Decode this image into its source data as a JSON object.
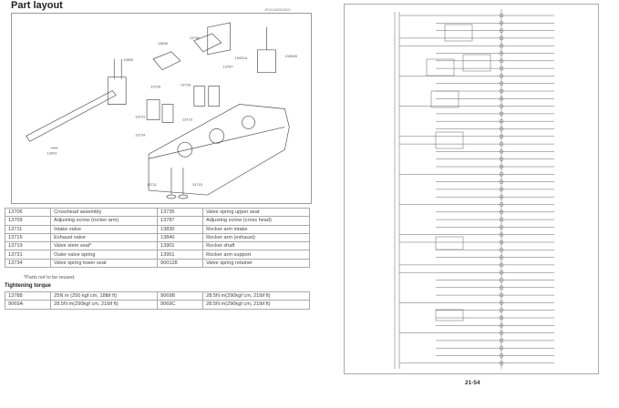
{
  "left_page": {
    "title": "Part layout",
    "figure_code": "JP11190004020",
    "callouts": [
      "13788",
      "13840",
      "13830",
      "13951A",
      "13951B",
      "13901",
      "13787",
      "13735",
      "13709",
      "13731",
      "13734",
      "13715",
      "13711",
      "13719"
    ],
    "parts_table": [
      [
        "13706",
        "Crosshead assembly",
        "13735",
        "Valve spring upper seat"
      ],
      [
        "13709",
        "Adjusting screw (rocker arm)",
        "13787",
        "Adjusting screw (cross head)"
      ],
      [
        "13711",
        "Intake valve",
        "13830",
        "Rocker arm intake"
      ],
      [
        "13715",
        "Exhaust valve",
        "13840",
        "Rocker arm (exhaust)"
      ],
      [
        "13719",
        "Valve stem seal*",
        "13901",
        "Rocker shaft"
      ],
      [
        "13731",
        "Outer valve spring",
        "13951",
        "Rocker arm support"
      ],
      [
        "13734",
        "Valve spring lower seat",
        "900128",
        "Valve spring retainer"
      ]
    ],
    "note": "*Parts not to be reused.",
    "torque_heading": "Tightening torque",
    "torque_table": [
      [
        "13788",
        "25N  m (250 kgf  cm, 18lbf  ft)",
        "9069B",
        "28.5N  m(290kgf  cm, 21lbf  ft)"
      ],
      [
        "9069A",
        "28.5N  m(290kgf  cm, 21lbf  ft)",
        "9069C",
        "28.5N  m(290kgf  cm, 21lbf  ft)"
      ]
    ]
  },
  "right_page": {
    "page_number": "21-54"
  }
}
